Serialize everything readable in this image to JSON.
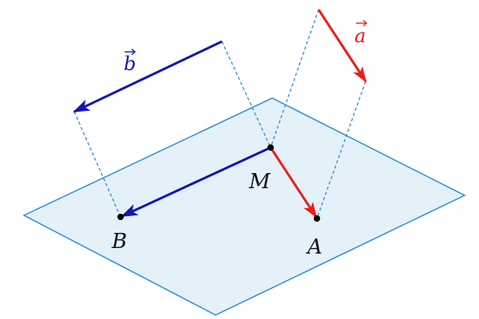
{
  "colors": {
    "plane_fill": "#e4f1f9",
    "plane_stroke": "#2b8fd0",
    "dashed": "#2b8fd0",
    "vector_a": "#ee1c1c",
    "vector_b": "#1616b4",
    "point": "#000000",
    "label": "#111111"
  },
  "labels": {
    "a": "a",
    "b": "b",
    "M": "M",
    "A": "A",
    "B": "B"
  }
}
